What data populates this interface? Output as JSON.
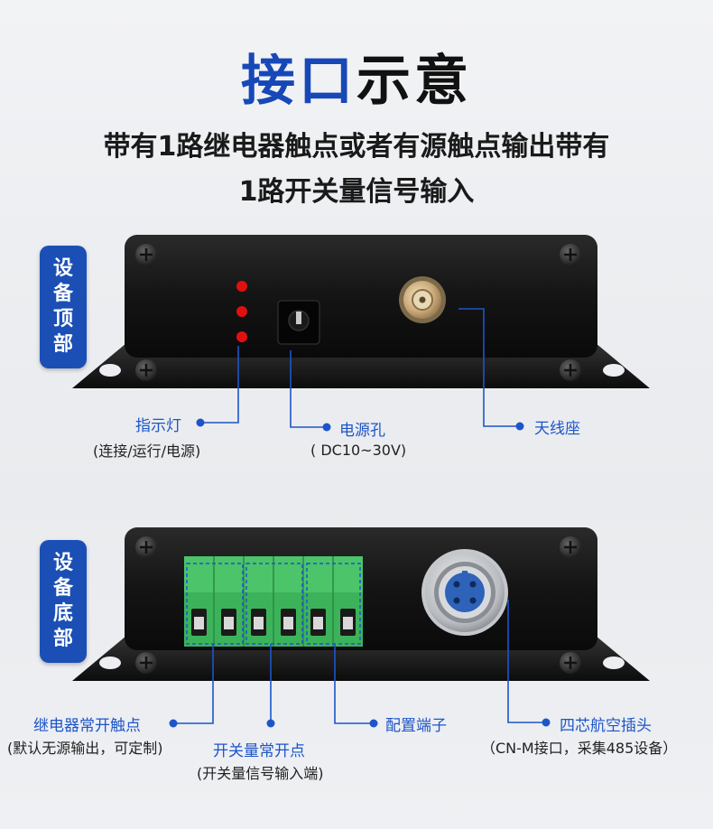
{
  "title": {
    "part1": "接口",
    "part2": "示意"
  },
  "subtitle": {
    "line1": "带有1路继电器触点或者有源触点输出带有",
    "line2": "1路开关量信号输入"
  },
  "top_tag": [
    "设",
    "备",
    "顶",
    "部"
  ],
  "bottom_tag": [
    "设",
    "备",
    "底",
    "部"
  ],
  "top_labels": {
    "indicator": "指示灯",
    "indicator_note": "(连接/运行/电源)",
    "power": "电源孔",
    "power_note": "( DC10~30V)",
    "antenna": "天线座"
  },
  "bottom_labels": {
    "relay": "继电器常开触点",
    "relay_note": "(默认无源输出，可定制)",
    "switch": "开关量常开点",
    "switch_note": "(开关量信号输入端)",
    "terminal": "配置端子",
    "aviation": "四芯航空插头",
    "aviation_note": "（CN-M接口，采集485设备）"
  },
  "colors": {
    "accent": "#1b4fb6",
    "label": "#1d55c9",
    "device": "#141414",
    "terminal": "#3cb35a"
  }
}
